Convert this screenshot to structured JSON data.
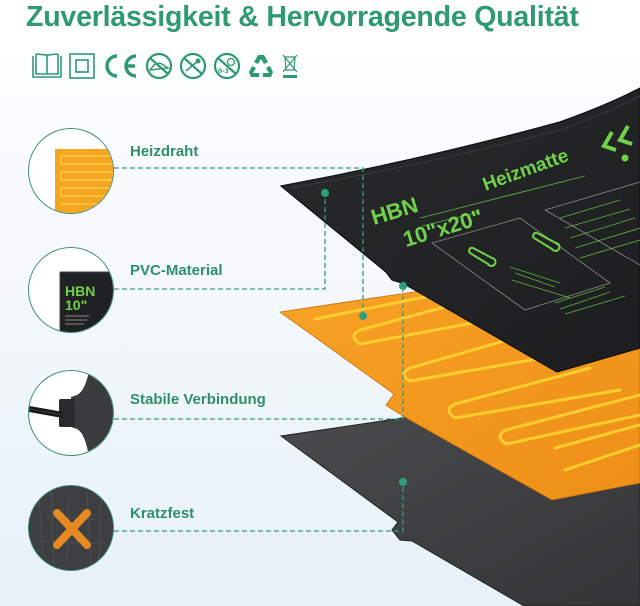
{
  "header": {
    "title": "Zuverlässigkeit & Hervorragende Qualität"
  },
  "certification_icons": [
    {
      "name": "manual-book-icon"
    },
    {
      "name": "double-insulation-icon"
    },
    {
      "name": "ce-mark-icon"
    },
    {
      "name": "no-cover-icon"
    },
    {
      "name": "no-pin-icon"
    },
    {
      "name": "not-for-children-0-3-icon"
    },
    {
      "name": "recycle-icon"
    },
    {
      "name": "weee-bin-icon"
    }
  ],
  "features": [
    {
      "label": "Heizdraht"
    },
    {
      "label": "PVC-Material"
    },
    {
      "label": "Stabile Verbindung"
    },
    {
      "label": "Kratzfest"
    }
  ],
  "product": {
    "brand": "HBN",
    "name": "Heizmatte",
    "size": "10\"x20\"",
    "circle_brand": "HBN",
    "circle_size": "10\""
  },
  "colors": {
    "accent": "#2f9a70",
    "mat_black": "#1f2021",
    "heater_orange": "#f39a1e",
    "wire_yellow": "#ffcd2e",
    "base_gray": "#3b3c3d",
    "print_green": "#6fd24a"
  }
}
